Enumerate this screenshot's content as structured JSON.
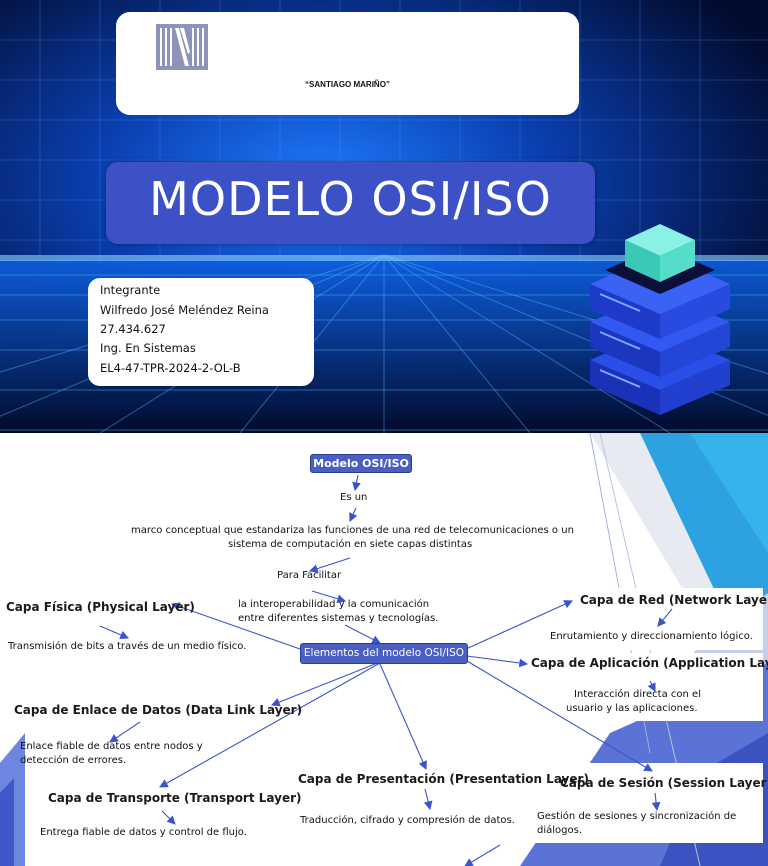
{
  "cover": {
    "institution": "“SANTIAGO MARIÑO”",
    "title": "MODELO OSI/ISO",
    "info": {
      "role": "Integrante",
      "name": "Wilfredo José Meléndez Reina",
      "id": "27.434.627",
      "career": "Ing. En Sistemas",
      "section": "EL4-47-TPR-2024-2-OL-B"
    }
  },
  "map": {
    "root": "Modelo OSI/ISO",
    "es_un": "Es un",
    "definition_1": "marco conceptual que estandariza las funciones de una red de telecomunicaciones o un",
    "definition_2": "sistema de computación en siete capas distintas",
    "para": "Para Facilitar",
    "purpose_1": "la interoperabilidad y la comunicación",
    "purpose_2": "entre diferentes sistemas y tecnologías.",
    "center": "Elementos del modelo OSI/ISO",
    "layers": {
      "fisica": {
        "title": "Capa Física (Physical Layer)",
        "desc_1": "Transmisión de bits a través de un medio físico.",
        "desc_2": ""
      },
      "enlace": {
        "title": "Capa de Enlace de Datos (Data Link Layer)",
        "desc_1": "Enlace fiable de datos entre nodos y",
        "desc_2": "detección de errores."
      },
      "transporte": {
        "title": "Capa de Transporte (Transport Layer)",
        "desc_1": "Entrega fiable de datos y control de flujo.",
        "desc_2": ""
      },
      "presentacion": {
        "title": "Capa de Presentación (Presentation Layer)",
        "desc_1": "Traducción, cifrado y compresión de datos.",
        "desc_2": ""
      },
      "red": {
        "title": "Capa de Red (Network Layer)",
        "desc_1": "Enrutamiento y direccionamiento lógico.",
        "desc_2": ""
      },
      "aplicacion": {
        "title": "Capa de Aplicación (Application Layer)",
        "desc_1": "Interacción directa con el",
        "desc_2": "usuario y las aplicaciones."
      },
      "sesion": {
        "title": "Capa de Sesión (Session Layer)",
        "desc_1": "Gestión de sesiones y sincronización de",
        "desc_2": "diálogos."
      }
    }
  },
  "colors": {
    "accent": "#3d51c6",
    "arrow": "#3a55c9",
    "background_top": "#02123f"
  }
}
